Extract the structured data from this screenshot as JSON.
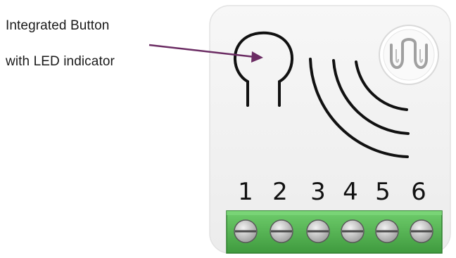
{
  "callout": {
    "line1": "Integrated Button",
    "line2": "with LED indicator"
  },
  "terminals": [
    "1",
    "2",
    "3",
    "4",
    "5",
    "6"
  ],
  "icons": {
    "button": "button-led-icon",
    "wireless": "wireless-signal-icon",
    "logo": "brand-logo-icon",
    "arrow": "callout-arrow-icon"
  },
  "colors": {
    "arrow": "#6b2c63",
    "terminal_block": "#5bbf5a",
    "terminal_block_dark": "#3f9a3e",
    "device_body": "#f3f3f3",
    "screw": "#c8c8c8"
  }
}
